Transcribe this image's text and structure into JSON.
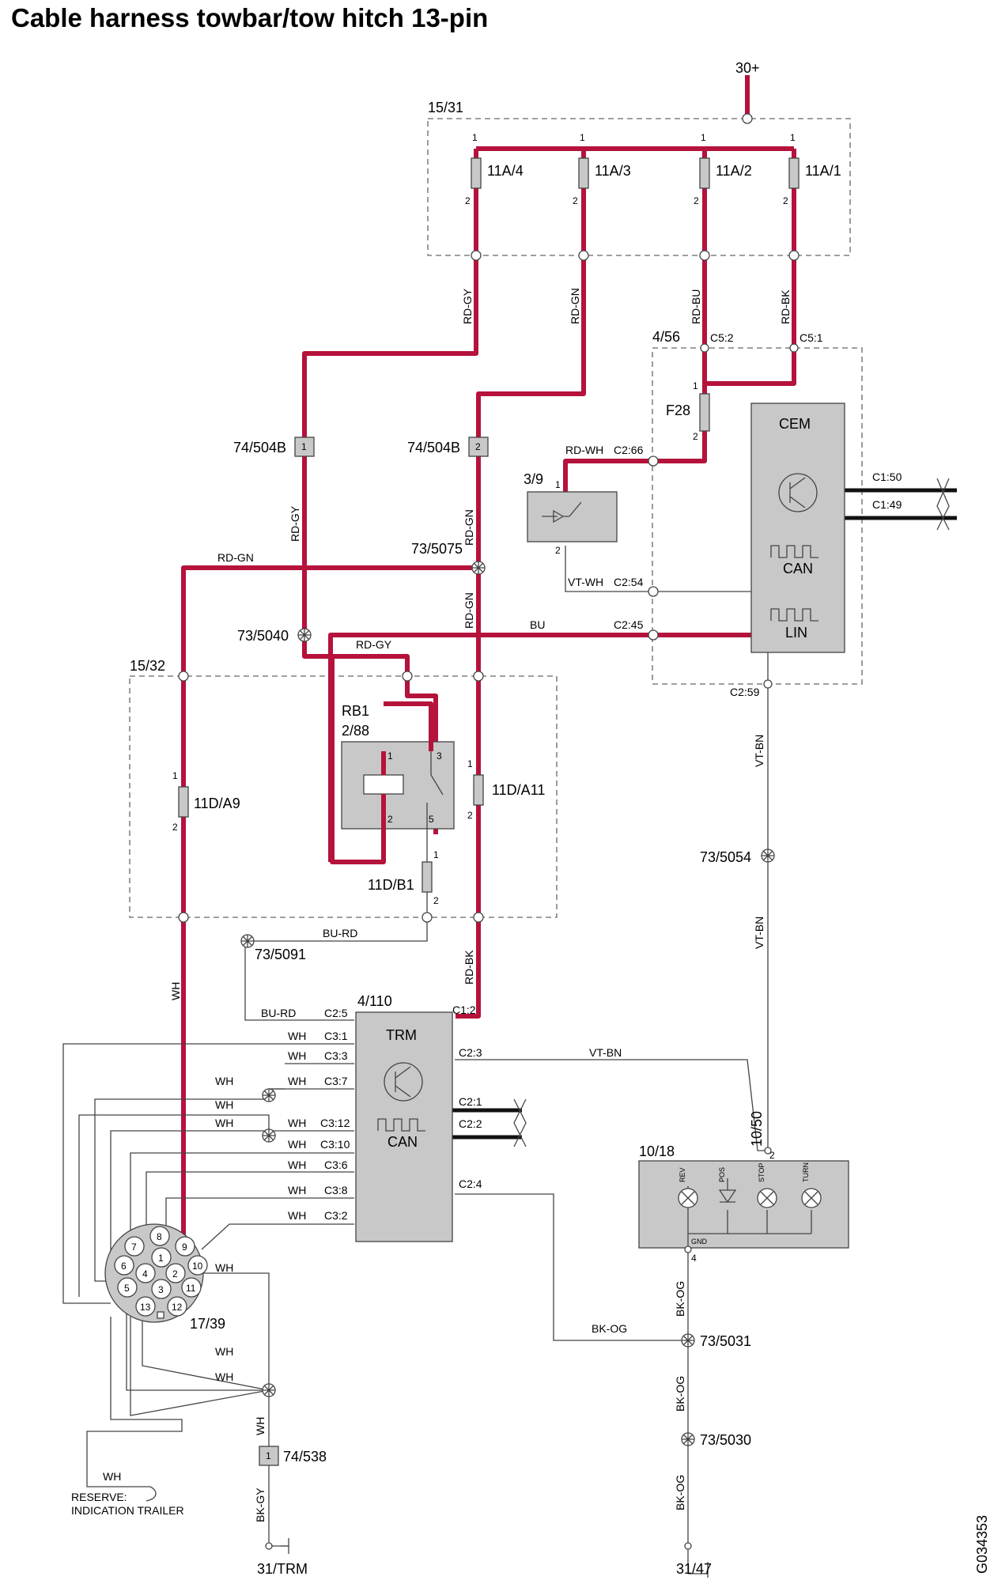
{
  "title": "Cable harness towbar/tow hitch 13-pin",
  "figure_id": "G034353",
  "supply": "30+",
  "fuse_box": {
    "id": "15/31",
    "pin1": "1",
    "pin2": "2",
    "fuses": [
      "11A/4",
      "11A/3",
      "11A/2",
      "11A/1"
    ]
  },
  "wires": {
    "rd_gy": "RD-GY",
    "rd_gn": "RD-GN",
    "rd_bu": "RD-BU",
    "rd_bk": "RD-BK",
    "rd_wh": "RD-WH",
    "vt_wh": "VT-WH",
    "bu": "BU",
    "vt_bn": "VT-BN",
    "bu_rd": "BU-RD",
    "wh": "WH",
    "bk_og": "BK-OG",
    "bk_gy": "BK-GY"
  },
  "cem": {
    "id": "4/56",
    "name": "CEM",
    "can": "CAN",
    "lin": "LIN",
    "fuse": "F28",
    "c5_2": "C5:2",
    "c5_1": "C5:1",
    "c2_66": "C2:66",
    "c2_54": "C2:54",
    "c2_45": "C2:45",
    "c2_59": "C2:59",
    "c1_50": "C1:50",
    "c1_49": "C1:49"
  },
  "switch": {
    "id": "3/9",
    "pin1": "1",
    "pin2": "2"
  },
  "connectors": {
    "c504_1": "74/504B",
    "c504_1_pin": "1",
    "c504_2": "74/504B",
    "c504_2_pin": "2",
    "c538": "74/538",
    "c538_pin": "1"
  },
  "splices": {
    "s5075": "73/5075",
    "s5040": "73/5040",
    "s5091": "73/5091",
    "s5054": "73/5054",
    "s5031": "73/5031",
    "s5030": "73/5030"
  },
  "relay_box": {
    "id": "15/32",
    "relay": "RB1",
    "relay_pos": "2/88",
    "fuse_a9": "11D/A9",
    "fuse_a11": "11D/A11",
    "fuse_b1": "11D/B1",
    "p1": "1",
    "p2": "2",
    "p3": "3",
    "p5": "5"
  },
  "trm": {
    "id": "4/110",
    "name": "TRM",
    "can": "CAN",
    "c1_2": "C1:2",
    "c2_3": "C2:3",
    "c2_1": "C2:1",
    "c2_2": "C2:2",
    "c2_4": "C2:4",
    "c2_5": "C2:5",
    "c3_1": "C3:1",
    "c3_3": "C3:3",
    "c3_7": "C3:7",
    "c3_12": "C3:12",
    "c3_10": "C3:10",
    "c3_6": "C3:6",
    "c3_8": "C3:8",
    "c3_2": "C3:2"
  },
  "lamp_unit": {
    "id": "10/18",
    "conn": "10/50",
    "pin2": "2",
    "pin4": "4",
    "rev": "REV",
    "pos": "POS",
    "stop": "STOP",
    "turn": "TURN",
    "gnd": "GND"
  },
  "socket": {
    "id": "17/39",
    "pins": [
      "1",
      "2",
      "3",
      "4",
      "5",
      "6",
      "7",
      "8",
      "9",
      "10",
      "11",
      "12",
      "13"
    ]
  },
  "reserve": {
    "line1": "RESERVE:",
    "line2": "INDICATION TRAILER"
  },
  "grounds": {
    "trm": "31/TRM",
    "g47": "31/47"
  }
}
